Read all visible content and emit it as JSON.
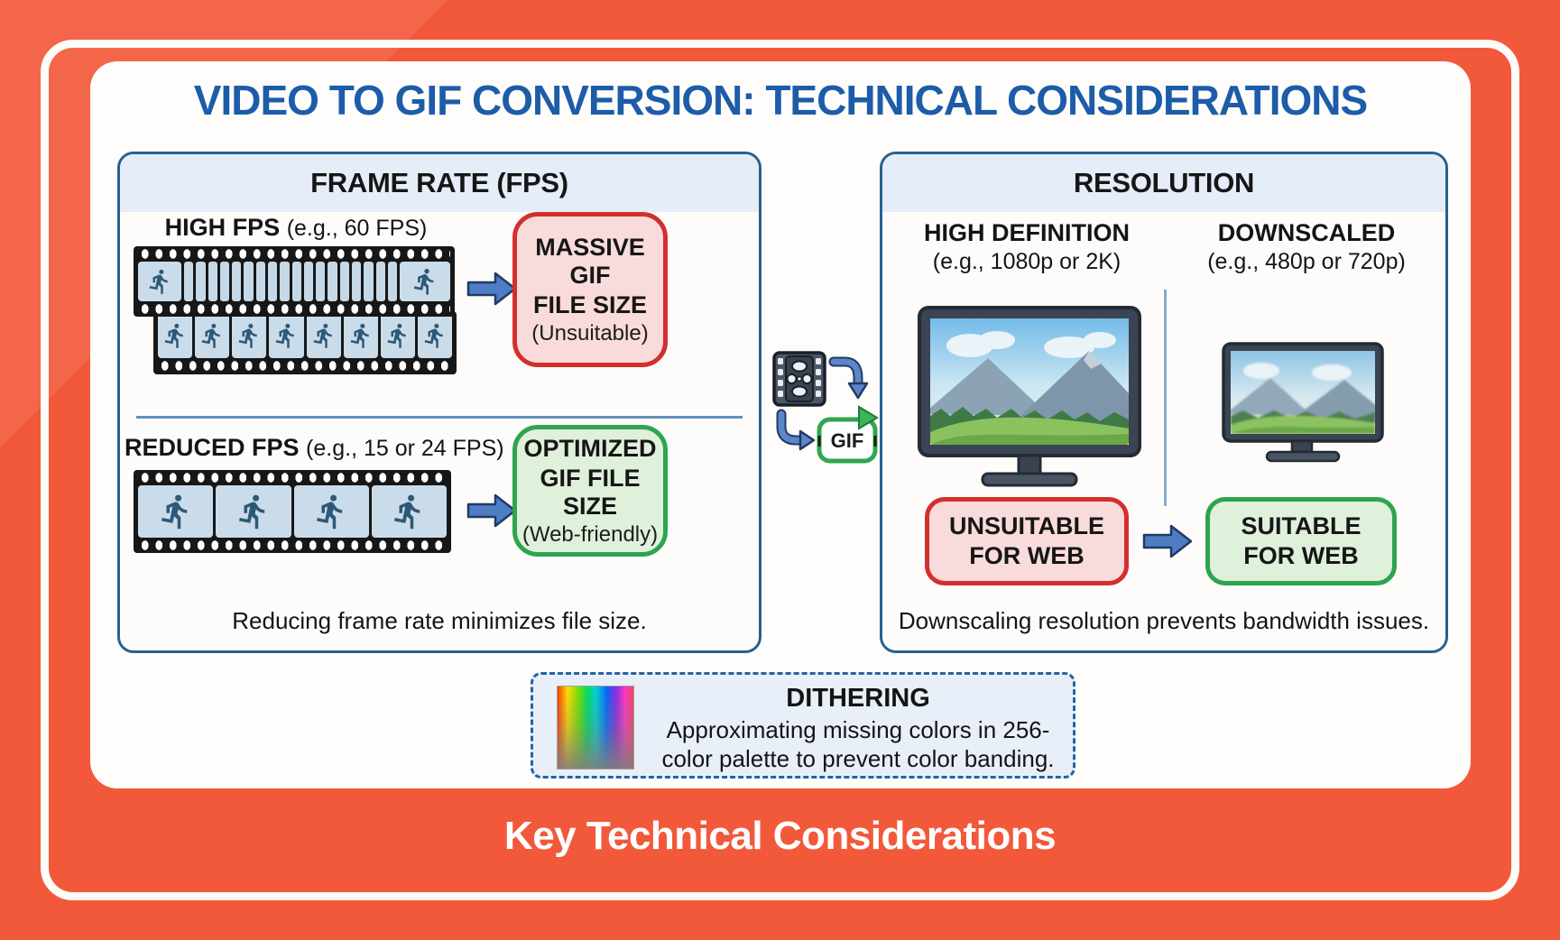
{
  "title": "VIDEO TO GIF CONVERSION: TECHNICAL CONSIDERATIONS",
  "footer": {
    "label": "Key Technical Considerations"
  },
  "frame_rate": {
    "title": "FRAME RATE (FPS)",
    "high": {
      "label": "HIGH FPS",
      "example": "(e.g., 60 FPS)"
    },
    "reduced": {
      "label": "REDUCED FPS",
      "example": "(e.g., 15 or 24 FPS)"
    },
    "massive": {
      "lines": [
        "MASSIVE GIF",
        "FILE SIZE",
        "(Unsuitable)"
      ]
    },
    "optimized": {
      "lines": [
        "OPTIMIZED",
        "GIF FILE SIZE",
        "(Web-friendly)"
      ]
    },
    "caption": "Reducing frame rate minimizes file size."
  },
  "resolution": {
    "title": "RESOLUTION",
    "hd": {
      "label": "HIGH DEFINITION",
      "example": "(e.g., 1080p or 2K)"
    },
    "downscaled": {
      "label": "DOWNSCALED",
      "example": "(e.g., 480p or 720p)"
    },
    "unsuitable": {
      "lines": [
        "UNSUITABLE",
        "FOR WEB"
      ]
    },
    "suitable": {
      "lines": [
        "SUITABLE",
        "FOR WEB"
      ]
    },
    "caption": "Downscaling resolution prevents bandwidth issues."
  },
  "converter": {
    "gif_label": "GIF"
  },
  "dithering": {
    "title": "DITHERING",
    "lines": [
      "Approximating missing colors in 256-",
      "color palette to prevent color banding."
    ]
  },
  "colors": {
    "background_orange": "#F2593B",
    "title_blue": "#1C5CA8",
    "panel_border_blue": "#27618F",
    "panel_header_bg": "#E4EDF8",
    "status_red_border": "#D32F2F",
    "status_red_bg": "#FADBDB",
    "status_green_border": "#2EA44F",
    "status_green_bg": "#DFF0DB",
    "arrow_blue": "#4E7DC3",
    "film_frame_blue": "#CADCEA",
    "runner_blue": "#2D5977"
  }
}
